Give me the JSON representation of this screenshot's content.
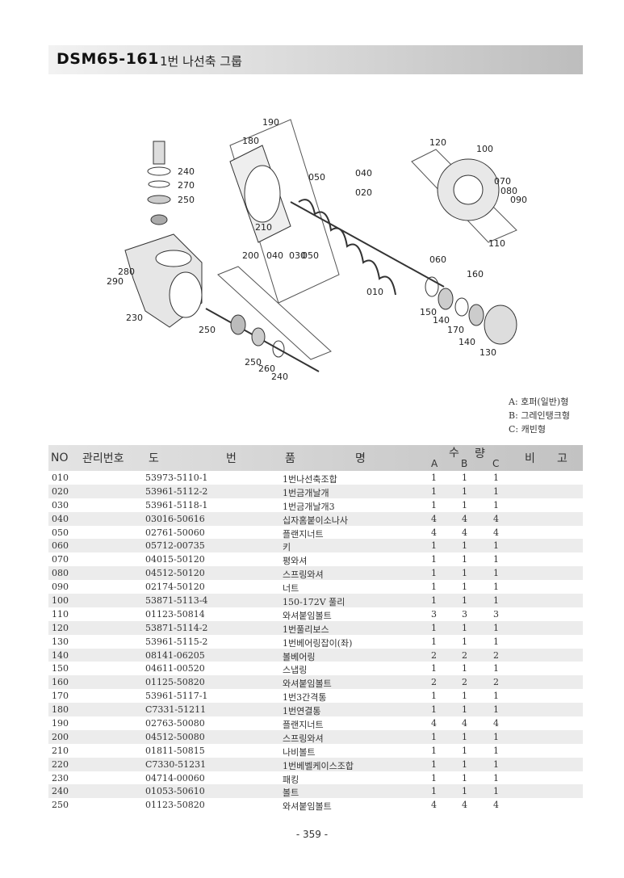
{
  "header": {
    "model": "DSM65-161",
    "title": "1번 나선축 그룹"
  },
  "diagram_labels": [
    "190",
    "180",
    "240",
    "270",
    "250",
    "050",
    "040",
    "020",
    "120",
    "100",
    "070",
    "080",
    "090",
    "110",
    "210",
    "200",
    "040",
    "030",
    "050",
    "060",
    "280",
    "290",
    "160",
    "230",
    "250",
    "010",
    "150",
    "140",
    "170",
    "140",
    "130",
    "250",
    "260",
    "240"
  ],
  "legend": [
    "A: 호퍼(일반)형",
    "B: 그레인탱크형",
    "C: 캐빈형"
  ],
  "table": {
    "headers": {
      "no": "NO",
      "mgmt": "관리번호",
      "do": "도",
      "beon": "번",
      "pum": "품",
      "myeong": "명",
      "su": "수",
      "ryang": "량",
      "a": "A",
      "b": "B",
      "c": "C",
      "bi": "비",
      "go": "고"
    },
    "rows": [
      {
        "no": "010",
        "part": "53973-5110-1",
        "name": "1번나선축조합",
        "a": "1",
        "b": "1",
        "c": "1"
      },
      {
        "no": "020",
        "part": "53961-5112-2",
        "name": "1번금개날개",
        "a": "1",
        "b": "1",
        "c": "1"
      },
      {
        "no": "030",
        "part": "53961-5118-1",
        "name": "1번금개날개3",
        "a": "1",
        "b": "1",
        "c": "1"
      },
      {
        "no": "040",
        "part": "03016-50616",
        "name": "십자홈붙이소나사",
        "a": "4",
        "b": "4",
        "c": "4"
      },
      {
        "no": "050",
        "part": "02761-50060",
        "name": "플랜지너트",
        "a": "4",
        "b": "4",
        "c": "4"
      },
      {
        "no": "060",
        "part": "05712-00735",
        "name": "키",
        "a": "1",
        "b": "1",
        "c": "1"
      },
      {
        "no": "070",
        "part": "04015-50120",
        "name": "평와셔",
        "a": "1",
        "b": "1",
        "c": "1"
      },
      {
        "no": "080",
        "part": "04512-50120",
        "name": "스프링와셔",
        "a": "1",
        "b": "1",
        "c": "1"
      },
      {
        "no": "090",
        "part": "02174-50120",
        "name": "너트",
        "a": "1",
        "b": "1",
        "c": "1"
      },
      {
        "no": "100",
        "part": "53871-5113-4",
        "name": "150-172V 풀리",
        "a": "1",
        "b": "1",
        "c": "1"
      },
      {
        "no": "110",
        "part": "01123-50814",
        "name": "와셔붙임볼트",
        "a": "3",
        "b": "3",
        "c": "3"
      },
      {
        "no": "120",
        "part": "53871-5114-2",
        "name": "1번풀리보스",
        "a": "1",
        "b": "1",
        "c": "1"
      },
      {
        "no": "130",
        "part": "53961-5115-2",
        "name": "1번베어링잡이(좌)",
        "a": "1",
        "b": "1",
        "c": "1"
      },
      {
        "no": "140",
        "part": "08141-06205",
        "name": "볼베어링",
        "a": "2",
        "b": "2",
        "c": "2"
      },
      {
        "no": "150",
        "part": "04611-00520",
        "name": "스냅링",
        "a": "1",
        "b": "1",
        "c": "1"
      },
      {
        "no": "160",
        "part": "01125-50820",
        "name": "와셔붙임볼트",
        "a": "2",
        "b": "2",
        "c": "2"
      },
      {
        "no": "170",
        "part": "53961-5117-1",
        "name": "1번3간격통",
        "a": "1",
        "b": "1",
        "c": "1"
      },
      {
        "no": "180",
        "part": "C7331-51211",
        "name": "1번연결통",
        "a": "1",
        "b": "1",
        "c": "1"
      },
      {
        "no": "190",
        "part": "02763-50080",
        "name": "플랜지너트",
        "a": "4",
        "b": "4",
        "c": "4"
      },
      {
        "no": "200",
        "part": "04512-50080",
        "name": "스프링와셔",
        "a": "1",
        "b": "1",
        "c": "1"
      },
      {
        "no": "210",
        "part": "01811-50815",
        "name": "나비볼트",
        "a": "1",
        "b": "1",
        "c": "1"
      },
      {
        "no": "220",
        "part": "C7330-51231",
        "name": "1번베벨케이스조합",
        "a": "1",
        "b": "1",
        "c": "1"
      },
      {
        "no": "230",
        "part": "04714-00060",
        "name": "패킹",
        "a": "1",
        "b": "1",
        "c": "1"
      },
      {
        "no": "240",
        "part": "01053-50610",
        "name": "볼트",
        "a": "1",
        "b": "1",
        "c": "1"
      },
      {
        "no": "250",
        "part": "01123-50820",
        "name": "와셔붙임볼트",
        "a": "4",
        "b": "4",
        "c": "4"
      }
    ]
  },
  "page_number": "- 359 -"
}
